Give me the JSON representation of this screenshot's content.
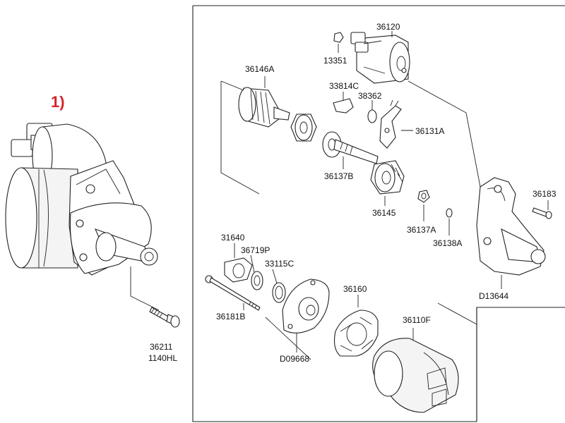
{
  "marker": "1)",
  "callouts": {
    "c36120": "36120",
    "c13351": "13351",
    "c36146A": "36146A",
    "c33814C": "33814C",
    "c38362": "38362",
    "c36131A": "36131A",
    "c36137B": "36137B",
    "c36145": "36145",
    "c36183": "36183",
    "c36137A": "36137A",
    "c36138A": "36138A",
    "c31640": "31640",
    "c36719P": "36719P",
    "c33115C": "33115C",
    "c36160": "36160",
    "c36181B": "36181B",
    "c36110F": "36110F",
    "cD13644": "D13644",
    "cD09668": "D09668",
    "c36211": "36211",
    "c1140HL": "1140HL"
  }
}
